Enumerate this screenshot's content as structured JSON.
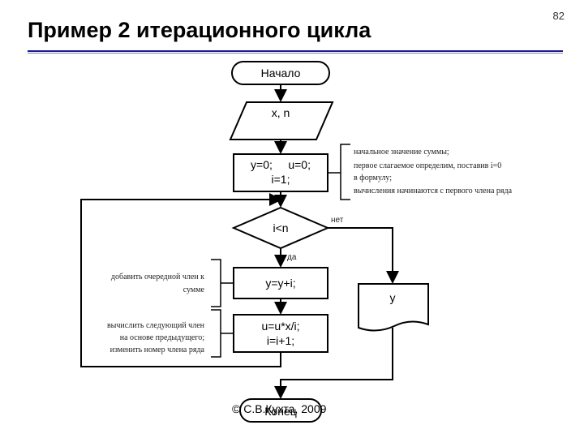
{
  "slide": {
    "title": "Пример 2 итерационного цикла",
    "page_number": "82",
    "footer": "© С.В.Кухта, 2009"
  },
  "flowchart": {
    "start_label": "Начало",
    "input_label": "x, n",
    "init_line1": "y=0;     u=0;",
    "init_line2": "i=1;",
    "condition_label": "i<n",
    "yes_label": "да",
    "no_label": "нет",
    "sum_label": "y=y+i;",
    "update_line1": "u=u*x/i;",
    "update_line2": "i=i+1;",
    "output_label": "y",
    "end_label": "Конец"
  },
  "comments": {
    "init": [
      "начальное значение суммы;",
      "первое слагаемое определим, поставив i=0",
      "в формулу;",
      "вычисления начинаются с первого члена ряда"
    ],
    "sum": [
      "добавить очередной член к",
      "сумме"
    ],
    "update": [
      "вычислить следующий член",
      "на основе предыдущего;",
      "изменить номер члена ряда"
    ]
  }
}
